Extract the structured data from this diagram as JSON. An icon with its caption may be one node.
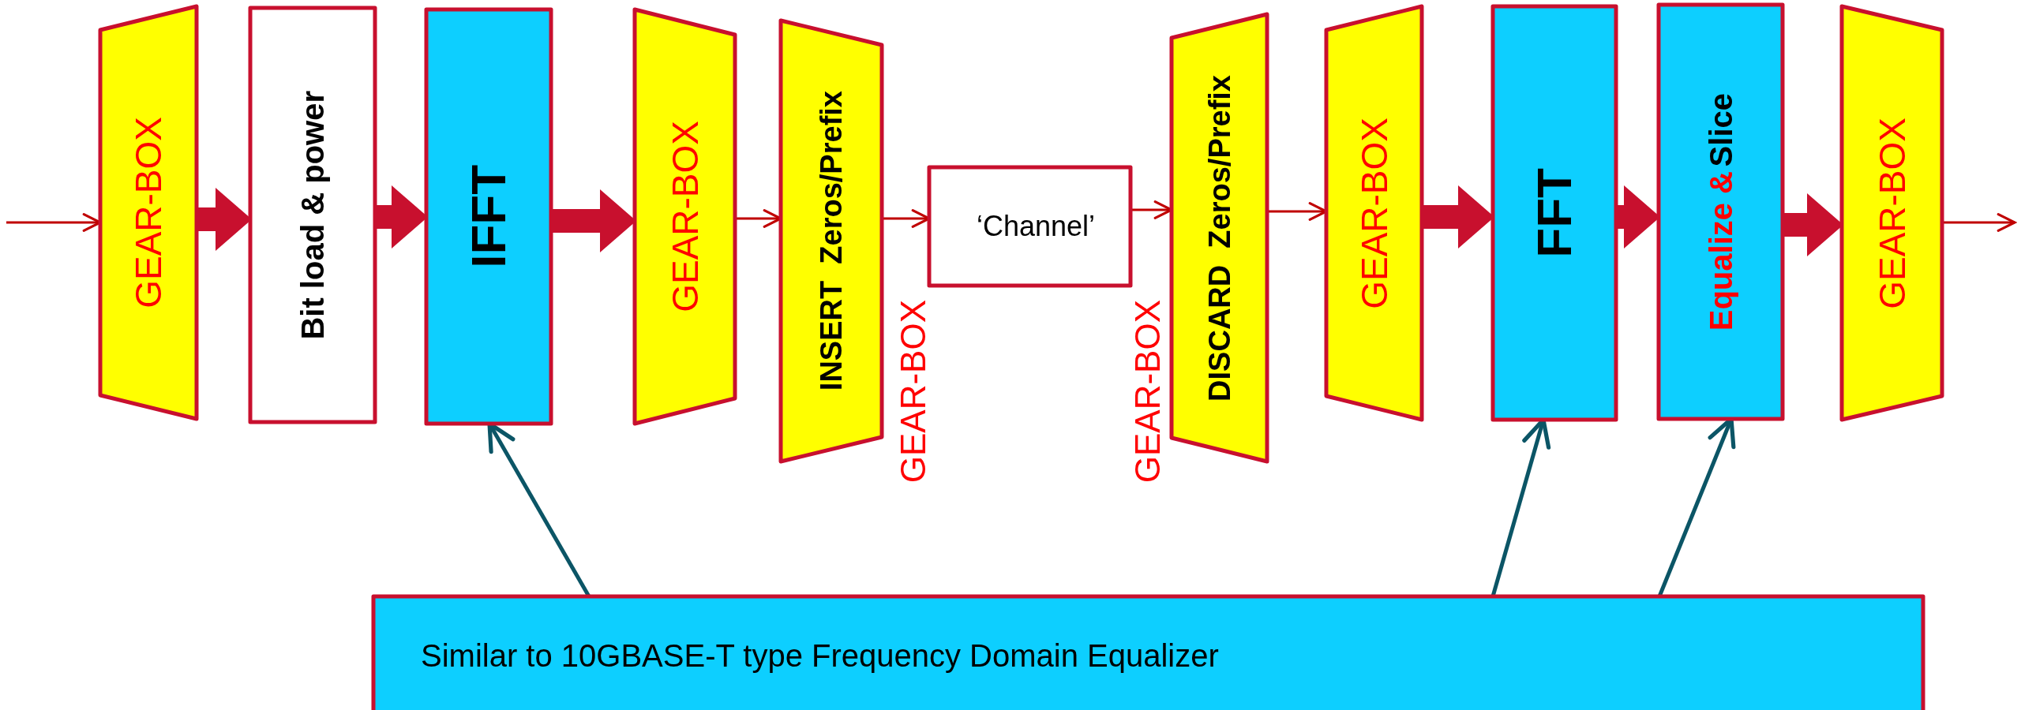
{
  "diagram": {
    "nodes": [
      {
        "text": [
          "GEAR-BOX"
        ]
      },
      {
        "text": [
          "Bit load & power"
        ]
      },
      {
        "text": [
          "IFFT"
        ]
      },
      {
        "text": [
          "GEAR-BOX"
        ]
      },
      {
        "text": [
          "INSERT  Zeros/Prefix"
        ],
        "beside": [
          "GEAR-BOX"
        ]
      },
      {
        "text": [
          "‘Channel’"
        ]
      },
      {
        "text": [
          "DISCARD  Zeros/Prefix"
        ],
        "beside": [
          "GEAR-BOX"
        ]
      },
      {
        "text": [
          "GEAR-BOX"
        ]
      },
      {
        "text": [
          "FFT"
        ]
      },
      {
        "text": [
          "Equalize &",
          "Slice"
        ]
      },
      {
        "text": [
          "GEAR-BOX"
        ]
      },
      {
        "text": [
          "Similar to 10GBASE-T type Frequency Domain Equalizer"
        ]
      }
    ],
    "edges": [
      {
        "from": null,
        "to": 0,
        "arrow": "to"
      },
      {
        "from": 0,
        "to": 1,
        "arrow": "to",
        "style": "thick"
      },
      {
        "from": 1,
        "to": 2,
        "arrow": "to",
        "style": "thick"
      },
      {
        "from": 2,
        "to": 3,
        "arrow": "to",
        "style": "thick"
      },
      {
        "from": 3,
        "to": 4,
        "arrow": "to"
      },
      {
        "from": 4,
        "to": 5,
        "arrow": "to"
      },
      {
        "from": 5,
        "to": 6,
        "arrow": "to"
      },
      {
        "from": 6,
        "to": 7,
        "arrow": "to"
      },
      {
        "from": 7,
        "to": 8,
        "arrow": "to",
        "style": "thick"
      },
      {
        "from": 8,
        "to": 9,
        "arrow": "to",
        "style": "thick"
      },
      {
        "from": 9,
        "to": 10,
        "arrow": "to",
        "style": "thick"
      },
      {
        "from": 10,
        "to": null,
        "arrow": "to"
      },
      {
        "from": 11,
        "to": 2,
        "arrow": "to",
        "color": "#0b5566"
      },
      {
        "from": 11,
        "to": 8,
        "arrow": "to",
        "color": "#0b5566"
      },
      {
        "from": 11,
        "to": 9,
        "arrow": "to",
        "color": "#0b5566"
      }
    ]
  }
}
